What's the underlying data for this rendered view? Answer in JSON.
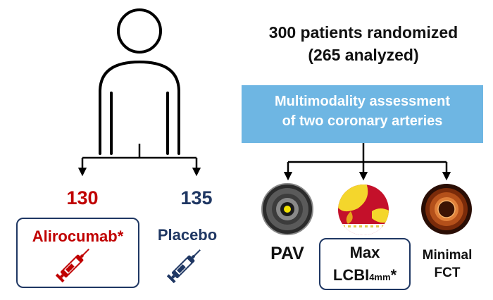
{
  "header": {
    "line1": "300 patients randomized",
    "line2": "(265 analyzed)"
  },
  "assessment_box": {
    "line1": "Multimodality assessment",
    "line2": "of two coronary arteries"
  },
  "arms": [
    {
      "count": "130",
      "label": "Alirocumab*",
      "color": "#c00000",
      "icon": "syringe-icon"
    },
    {
      "count": "135",
      "label": "Placebo",
      "color": "#1f3763",
      "icon": "syringe-icon"
    }
  ],
  "outcomes": [
    {
      "label": "PAV",
      "icon": "ivus-image"
    },
    {
      "label_main": "Max",
      "label_lcbi": "LCBI",
      "label_sub": "4mm",
      "label_star": "*",
      "icon": "nirs-image"
    },
    {
      "line1": "Minimal",
      "line2": "FCT",
      "icon": "oct-image"
    }
  ],
  "colors": {
    "alirocumab": "#c00000",
    "placebo": "#1f3763",
    "box_fill": "#6eb6e3",
    "arrows": "#000000"
  }
}
